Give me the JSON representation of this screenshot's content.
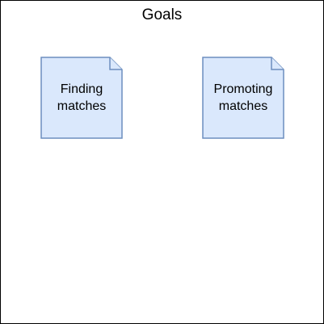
{
  "diagram": {
    "title": "Goals",
    "colors": {
      "note_fill": "#dae8fc",
      "note_stroke": "#6c8ebf",
      "frame_border": "#000000"
    },
    "notes": [
      {
        "label": "Finding\nmatches"
      },
      {
        "label": "Promoting\nmatches"
      }
    ]
  }
}
